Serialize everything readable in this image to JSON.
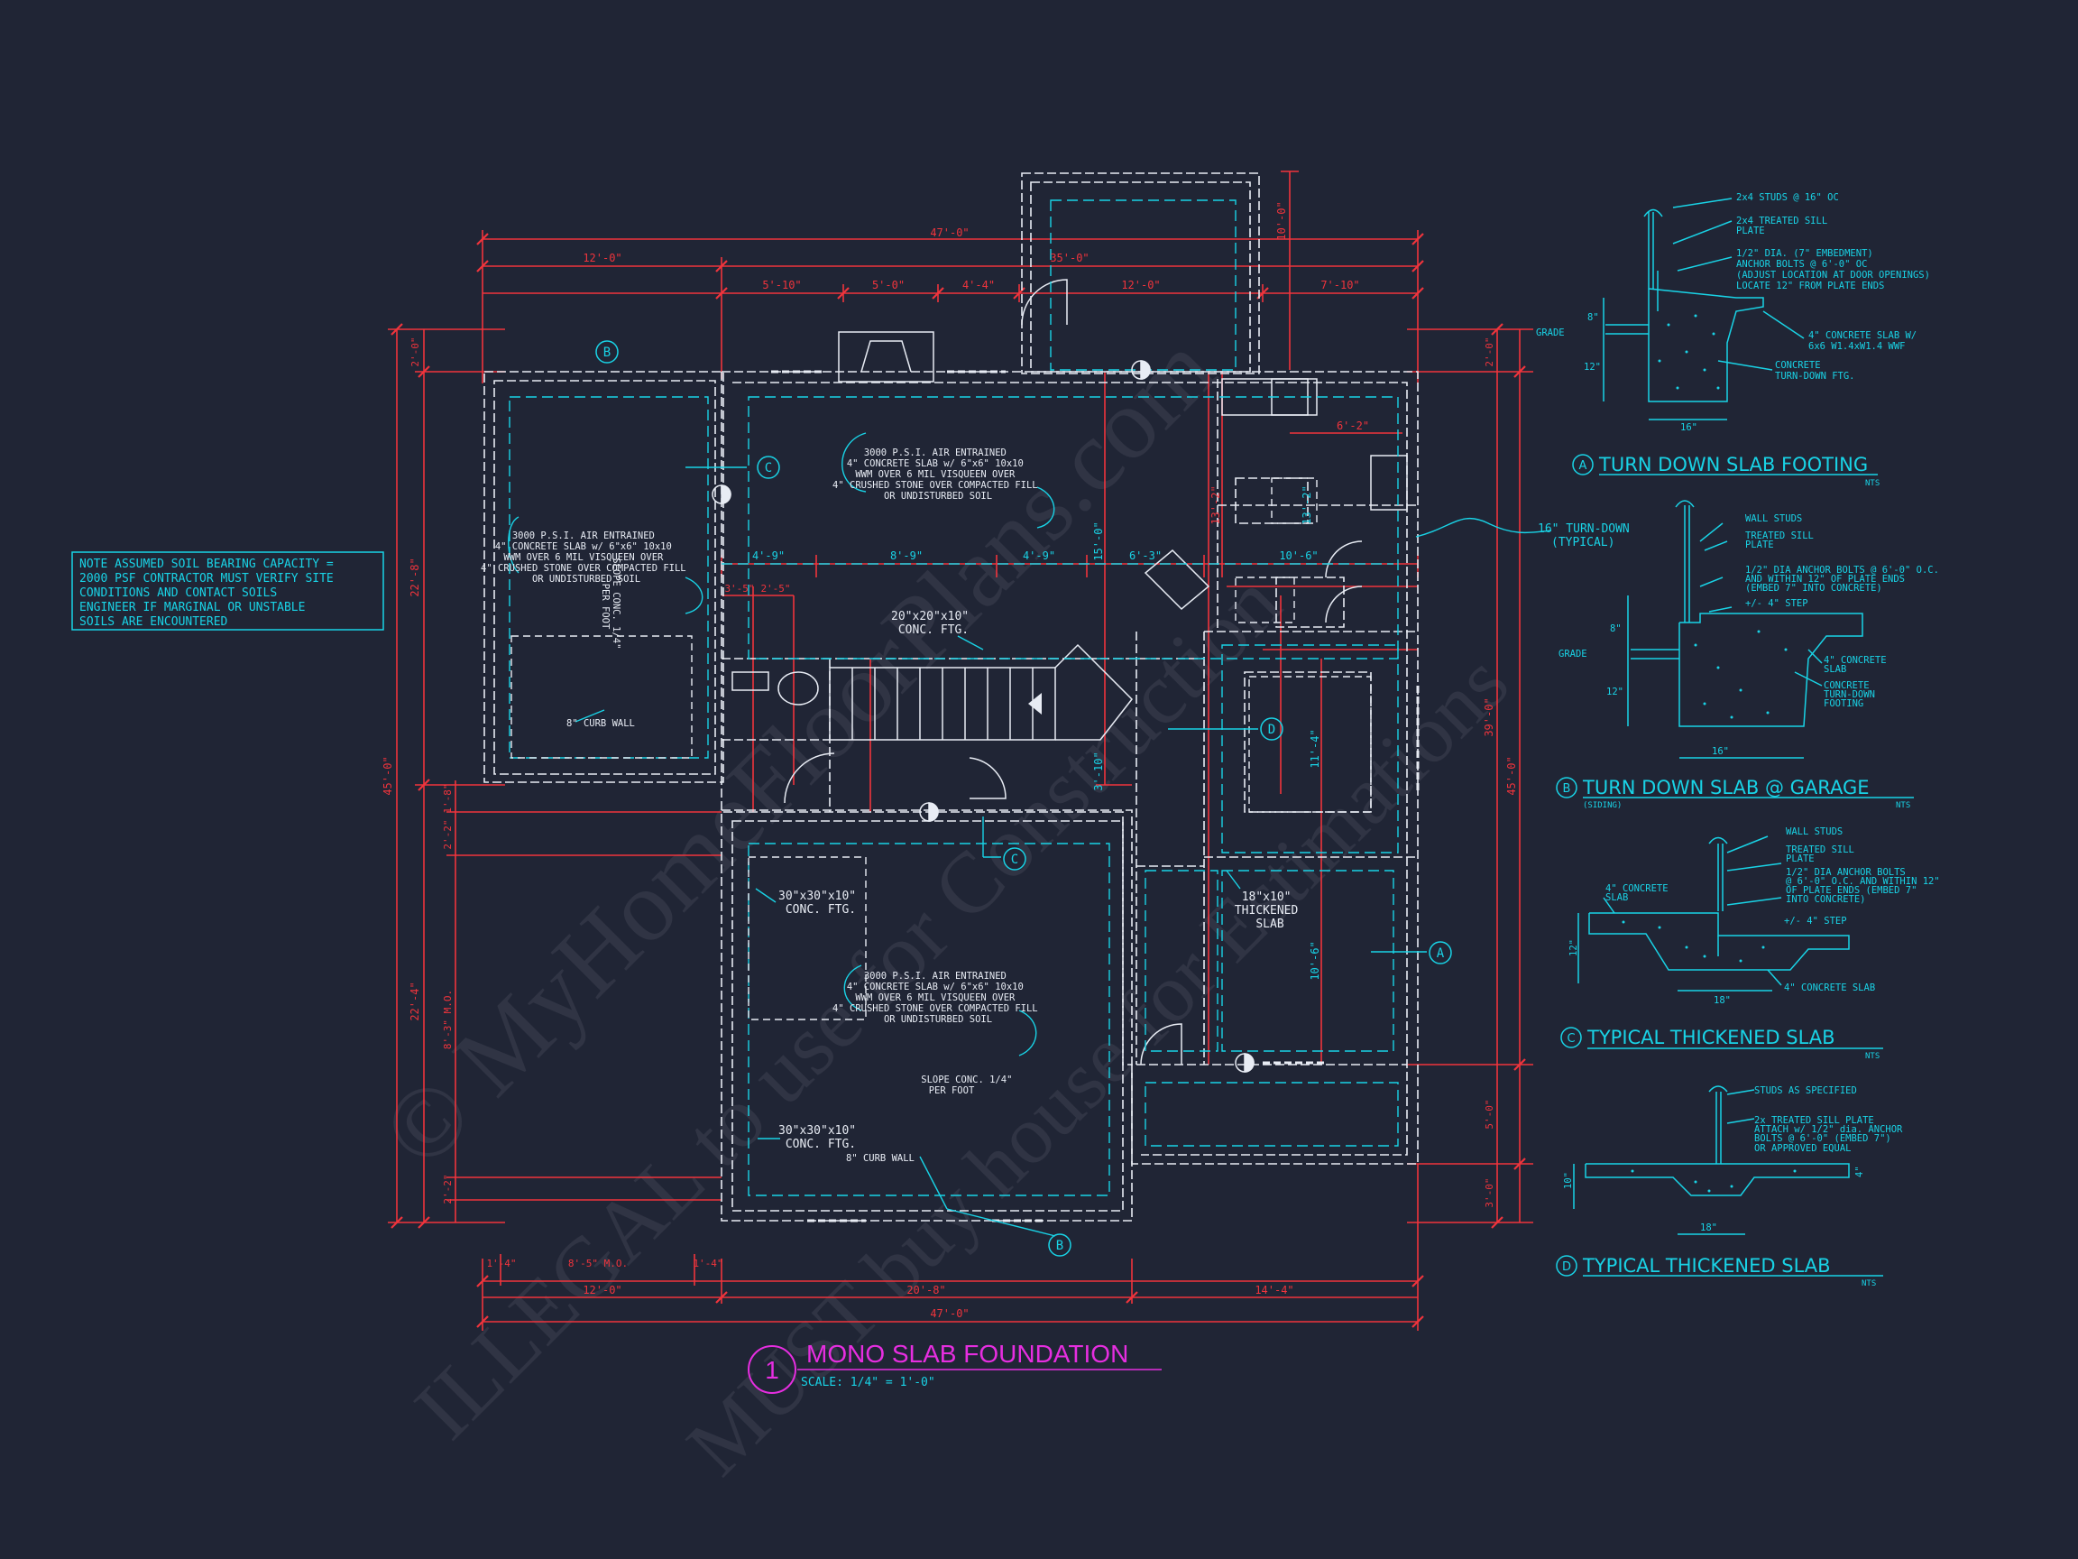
{
  "watermark": {
    "line1": "© MyHomeFloorPlans.com",
    "line2": "ILLEGAL to use for Construction",
    "line3": "MUST buy house for Estimations"
  },
  "title_block": {
    "number": "1",
    "title": "MONO SLAB FOUNDATION",
    "scale": "SCALE: 1/4\" = 1'-0\""
  },
  "note": [
    "NOTE ASSUMED SOIL BEARING CAPACITY =",
    "2000 PSF CONTRACTOR MUST VERIFY SITE",
    "CONDITIONS AND CONTACT SOILS",
    "ENGINEER IF MARGINAL OR UNSTABLE",
    "SOILS ARE ENCOUNTERED"
  ],
  "dimensions": {
    "top_overall": "47'-0\"",
    "top_left": "12'-0\"",
    "top_mid": "35'-0\"",
    "top_seg1": "5'-10\"",
    "top_seg2": "5'-0\"",
    "top_seg3": "4'-4\"",
    "top_seg4": "12'-0\"",
    "top_seg5": "7'-10\"",
    "porch_depth": "10'-0\"",
    "mid_seg1": "4'-9\"",
    "mid_seg2": "8'-9\"",
    "mid_seg3": "4'-9\"",
    "mid_seg4": "6'-3\"",
    "mid_seg5": "10'-6\"",
    "small1": "3'-5\"",
    "small2": "2'-5\"",
    "right_a": "6'-2\"",
    "bottom_overall": "47'-0\"",
    "bottom_left": "12'-0\"",
    "bottom_mid": "20'-8\"",
    "bottom_right": "14'-4\"",
    "bottom_s1": "1'-4\"",
    "bottom_s2": "8'-5\" M.O.",
    "bottom_s3": "1'-4\"",
    "left_overall": "45'-0\"",
    "left_top": "2'-0\"",
    "left_upper": "22'-8\"",
    "left_lower": "22'-4\"",
    "left_s1": "1'-8\"",
    "left_s2": "2'-2\"",
    "left_mo": "8'-3\" M.O.",
    "left_s3": "2'-2\"",
    "right_overall": "45'-0\"",
    "right_top": "2'-0\"",
    "right_upper": "39'-0\"",
    "right_b1": "5'-0\"",
    "right_b2": "3'-0\"",
    "int_v1": "15'-0\"",
    "int_v2": "13'-2\"",
    "int_v3": "13'-2\"",
    "int_v4": "3'-10\"",
    "int_v5": "11'-4\"",
    "int_v6": "10'-6\""
  },
  "plan_labels": {
    "slab_note_left": [
      "3000 P.S.I. AIR ENTRAINED",
      "4\" CONCRETE SLAB w/ 6\"x6\" 10x10",
      "WWM OVER 6 MIL VISQUEEN OVER",
      "4\" CRUSHED STONE OVER COMPACTED FILL",
      "OR UNDISTURBED SOIL"
    ],
    "slab_note_top": [
      "3000 P.S.I. AIR ENTRAINED",
      "4\" CONCRETE SLAB w/ 6\"x6\" 10x10",
      "WWM OVER 6 MIL VISQUEEN OVER",
      "4\" CRUSHED STONE OVER COMPACTED FILL",
      "OR UNDISTURBED SOIL"
    ],
    "slab_note_bottom": [
      "3000 P.S.I. AIR ENTRAINED",
      "4\" CONCRETE SLAB w/ 6\"x6\" 10x10",
      "WWM OVER 6 MIL VISQUEEN OVER",
      "4\" CRUSHED STONE OVER COMPACTED FILL",
      "OR UNDISTURBED SOIL"
    ],
    "slope_garage": [
      "SLOPE CONC. 1/4\"",
      "PER FOOT"
    ],
    "slope_bottom": [
      "SLOPE CONC. 1/4\"",
      "PER FOOT"
    ],
    "curb_wall_1": "8\" CURB WALL",
    "curb_wall_2": "8\" CURB WALL",
    "ftg_20": [
      "20\"x20\"x10\"",
      "CONC. FTG."
    ],
    "ftg_30a": [
      "30\"x30\"x10\"",
      "CONC. FTG."
    ],
    "ftg_30b": [
      "30\"x30\"x10\"",
      "CONC. FTG."
    ],
    "thick_slab": [
      "18\"x10\"",
      "THICKENED",
      "SLAB"
    ],
    "turn_down": [
      "16\" TURN-DOWN",
      "(TYPICAL)"
    ],
    "tag_a": "A",
    "tag_b": "B",
    "tag_c": "C",
    "tag_d": "D"
  },
  "details": [
    {
      "tag": "A",
      "title": "TURN DOWN SLAB FOOTING",
      "sub": "",
      "scale": "NTS",
      "callouts": [
        "2x4 STUDS @ 16\" OC",
        "2x4 TREATED SILL",
        "PLATE",
        "1/2\" DIA. (7\" EMBEDMENT)",
        "ANCHOR BOLTS @ 6'-0\" OC",
        "(ADJUST LOCATION AT DOOR OPENINGS)",
        "LOCATE 12\" FROM PLATE ENDS",
        "4\" CONCRETE SLAB W/",
        "6x6 W1.4xW1.4 WWF",
        "CONCRETE",
        "TURN-DOWN FTG."
      ],
      "dims": [
        "GRADE",
        "8\"",
        "12\"",
        "16\""
      ]
    },
    {
      "tag": "B",
      "title": "TURN DOWN SLAB @ GARAGE",
      "sub": "(SIDING)",
      "scale": "NTS",
      "callouts": [
        "WALL STUDS",
        "TREATED SILL",
        "PLATE",
        "1/2\" DIA ANCHOR BOLTS @ 6'-0\" O.C.",
        "AND WITHIN 12\" OF PLATE ENDS",
        "(EMBED 7\" INTO CONCRETE)",
        "+/- 4\" STEP",
        "4\" CONCRETE",
        "SLAB",
        "CONCRETE",
        "TURN-DOWN",
        "FOOTING"
      ],
      "dims": [
        "GRADE",
        "8\"",
        "12\"",
        "16\""
      ]
    },
    {
      "tag": "C",
      "title": "TYPICAL THICKENED SLAB",
      "sub": "",
      "scale": "NTS",
      "callouts": [
        "WALL STUDS",
        "TREATED SILL",
        "PLATE",
        "1/2\" DIA ANCHOR BOLTS",
        "@ 6'-0\" O.C. AND WITHIN 12\"",
        "OF PLATE ENDS (EMBED 7\"",
        "INTO CONCRETE)",
        "+/- 4\" STEP",
        "4\" CONCRETE",
        "SLAB",
        "4\" CONCRETE SLAB"
      ],
      "dims": [
        "12\"",
        "18\""
      ]
    },
    {
      "tag": "D",
      "title": "TYPICAL THICKENED SLAB",
      "sub": "",
      "scale": "NTS",
      "callouts": [
        "STUDS AS SPECIFIED",
        "2x TREATED SILL PLATE",
        "ATTACH w/ 1/2\" dia. ANCHOR",
        "BOLTS @ 6'-0\" (EMBED 7\")",
        "OR APPROVED EQUAL"
      ],
      "dims": [
        "10\"",
        "4\"",
        "18\""
      ]
    }
  ],
  "colors": {
    "background": "#202535",
    "dimension": "#f0343c",
    "annotation": "#19d3e6",
    "wall": "#e8ecf4",
    "title": "#e62ee0"
  }
}
